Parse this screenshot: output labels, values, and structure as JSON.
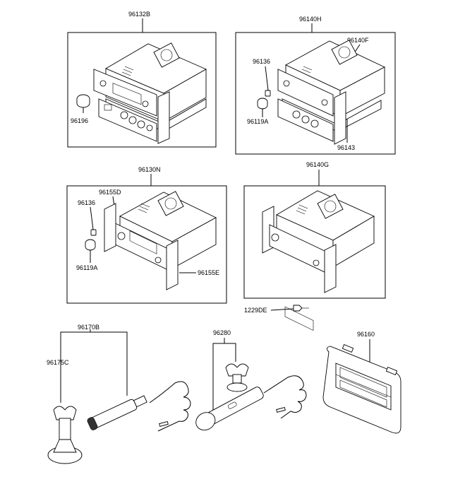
{
  "labels": {
    "top_left_box": "96132B",
    "top_left_cap": "96196",
    "top_right_box": "96140H",
    "top_right_f": "96140F",
    "top_right_136": "96136",
    "top_right_119": "96119A",
    "top_right_143": "96143",
    "mid_left_box": "96130N",
    "mid_left_d": "96155D",
    "mid_left_136": "96136",
    "mid_left_119": "96119A",
    "mid_left_e": "96155E",
    "mid_right_box": "96140G",
    "screw": "1229DE",
    "mic_left": "96170B",
    "mic_left_holder": "96175C",
    "mic_right": "96280",
    "bezel": "96160"
  }
}
